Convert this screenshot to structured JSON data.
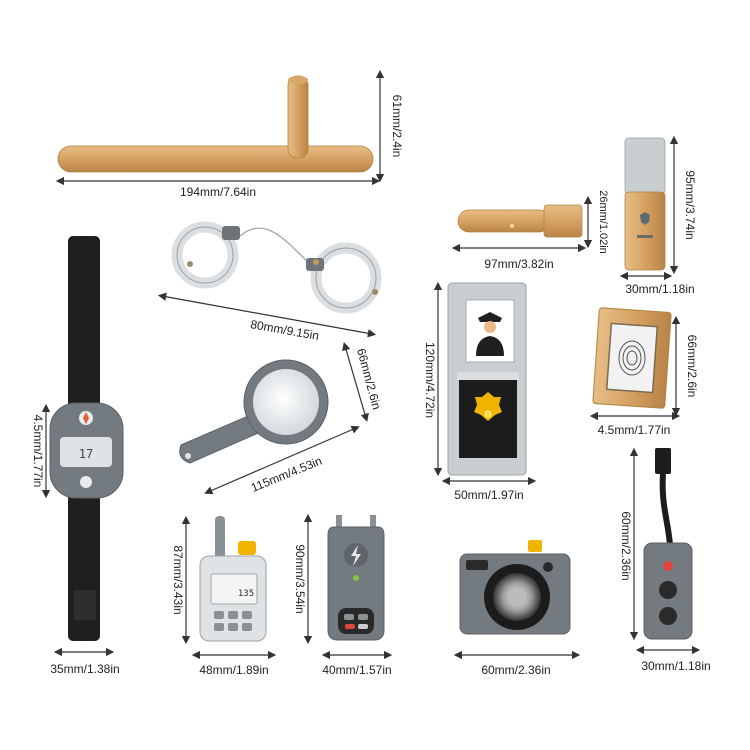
{
  "dimensions": {
    "baton_height": "61mm/2.4in",
    "baton_length": "194mm/7.64in",
    "whistle_height": "26mm/1.02in",
    "whistle_length": "97mm/3.82in",
    "flashlight_height": "95mm/3.74in",
    "flashlight_width": "30mm/1.18in",
    "watch_height": "4.5mm/1.77in",
    "watch_width": "35mm/1.38in",
    "handcuffs_length": "80mm/9.15in",
    "badge_height": "120mm/4.72in",
    "badge_width": "50mm/1.97in",
    "magnifier_height": "66mm/2.6in",
    "magnifier_length": "115mm/4.53in",
    "frame_height": "66mm/2.6in",
    "frame_width": "4.5mm/1.77in",
    "radio_height": "87mm/3.43in",
    "radio_width": "48mm/1.89in",
    "taser_height": "90mm/3.54in",
    "taser_width": "40mm/1.57in",
    "camera_width": "60mm/2.36in",
    "remote_height": "60mm/2.36in",
    "remote_width": "30mm/1.18in"
  },
  "device_text": {
    "watch_readout": "17",
    "radio_readout": "135"
  },
  "colors": {
    "wood": "#d9a868",
    "wood_dark": "#b9844a",
    "gray": "#737b80",
    "gray_light": "#c9ced1",
    "black": "#1c1c1c",
    "gold": "#f0b400"
  }
}
